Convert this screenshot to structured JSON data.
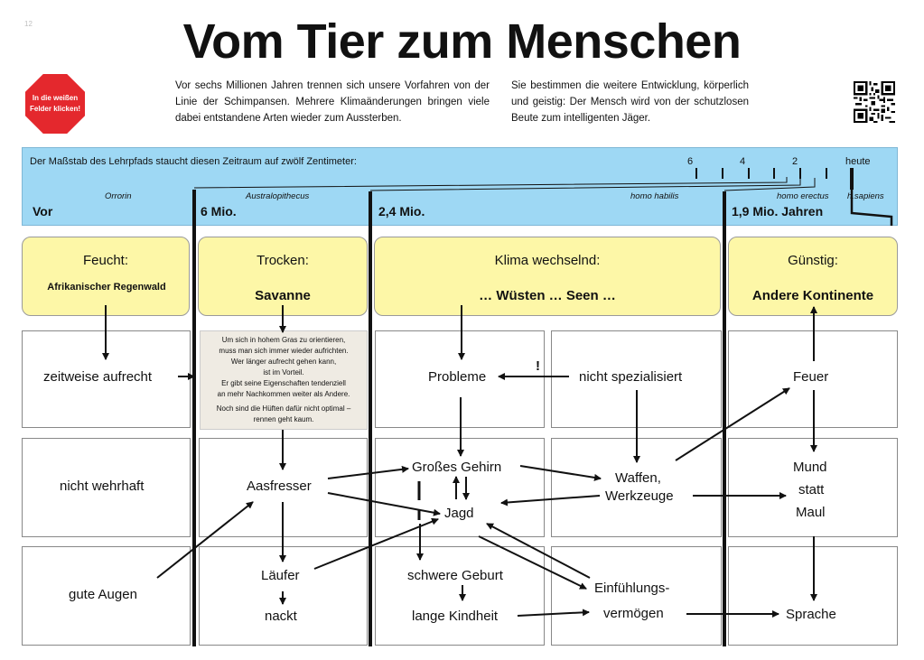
{
  "page_number": "12",
  "title": "Vom Tier zum Menschen",
  "stop_sign": {
    "line1": "In die weißen",
    "line2": "Felder klicken!",
    "color": "#e4282d"
  },
  "intro": {
    "left": "Vor sechs Millionen Jahren trennen sich unsere Vorfahren von der Linie der Schimpansen. Mehrere Klimaänderungen bringen viele dabei entstandene Arten wieder zum  Aussterben.",
    "right": "Sie bestimmen die weitere Entwicklung, körperlich und geistig: Der Mensch wird von der schutzlosen Beute zum intelligenten Jäger."
  },
  "timeline": {
    "caption": "Der Maßstab des Lehrpfads staucht diesen Zeitraum auf zwölf Zentimeter:",
    "ticks": [
      "6",
      "4",
      "2",
      "heute"
    ],
    "species": [
      "Orrorin",
      "Australopithecus",
      "homo habilis",
      "homo erectus",
      "h.sapiens"
    ],
    "eras": [
      "Vor",
      "6 Mio.",
      "2,4 Mio.",
      "1,9 Mio. Jahren"
    ],
    "band_color": "#9ed8f4"
  },
  "climate": [
    {
      "head": "Feucht:",
      "sub": "Afrikanischer Regenwald"
    },
    {
      "head": "Trocken:",
      "sub": "Savanne"
    },
    {
      "head": "Klima wechselnd:",
      "sub": "… Wüsten … Seen …"
    },
    {
      "head": "Günstig:",
      "sub": "Andere Kontinente"
    }
  ],
  "note": {
    "lines": [
      "Um sich in hohem Gras zu orientieren,",
      "muss man sich immer wieder aufrichten.",
      "Wer länger aufrecht gehen kann,",
      "ist im Vorteil.",
      "Er gibt seine Eigenschaften tendenziell",
      "an mehr Nachkommen weiter als Andere."
    ],
    "lines2": [
      "Noch sind die Hüften dafür nicht optimal –",
      "rennen geht kaum."
    ]
  },
  "nodes": {
    "zeitweise": "zeitweise aufrecht",
    "probleme": "Probleme",
    "exclaim": "!",
    "nicht_spez": "nicht spezialisiert",
    "feuer": "Feuer",
    "nicht_wehrhaft": "nicht wehrhaft",
    "aasfresser": "Aasfresser",
    "gehirn": "Großes Gehirn",
    "jagd": "Jagd",
    "waffen1": "Waffen,",
    "waffen2": "Werkzeuge",
    "mund": "Mund",
    "statt": "statt",
    "maul": "Maul",
    "gute_augen": "gute Augen",
    "laeufer": "Läufer",
    "nackt": "nackt",
    "geburt": "schwere Geburt",
    "kindheit": "lange Kindheit",
    "einf1": "Einfühlungs-",
    "einf2": "vermögen",
    "sprache": "Sprache"
  },
  "yellow_color": "#fdf7a7"
}
